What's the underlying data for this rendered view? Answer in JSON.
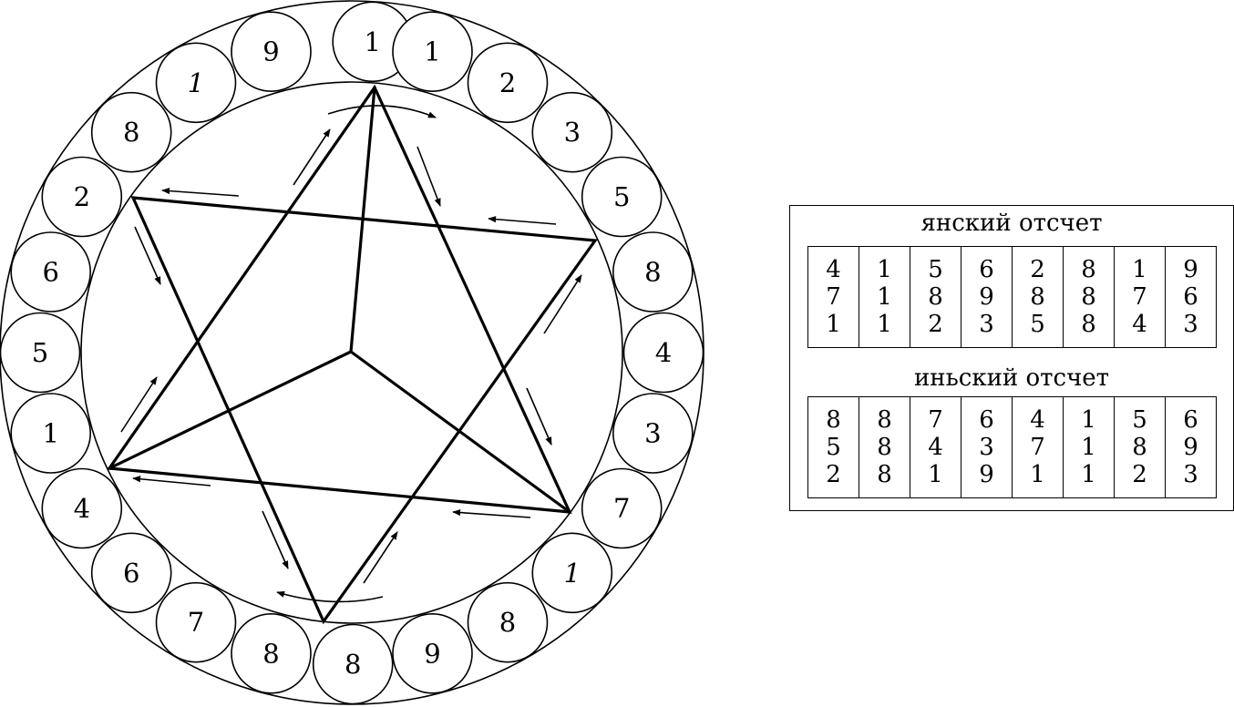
{
  "ring": [
    {
      "label": "1",
      "italic": false
    },
    {
      "label": "1",
      "italic": false
    },
    {
      "label": "2",
      "italic": false
    },
    {
      "label": "3",
      "italic": false
    },
    {
      "label": "5",
      "italic": false
    },
    {
      "label": "8",
      "italic": false
    },
    {
      "label": "4",
      "italic": false
    },
    {
      "label": "3",
      "italic": false
    },
    {
      "label": "7",
      "italic": false
    },
    {
      "label": "1",
      "italic": true
    },
    {
      "label": "8",
      "italic": false
    },
    {
      "label": "9",
      "italic": false
    },
    {
      "label": "8",
      "italic": false
    },
    {
      "label": "8",
      "italic": false
    },
    {
      "label": "7",
      "italic": false
    },
    {
      "label": "6",
      "italic": false
    },
    {
      "label": "4",
      "italic": false
    },
    {
      "label": "1",
      "italic": false
    },
    {
      "label": "5",
      "italic": false
    },
    {
      "label": "6",
      "italic": false
    },
    {
      "label": "2",
      "italic": false
    },
    {
      "label": "8",
      "italic": false
    },
    {
      "label": "1",
      "italic": true
    },
    {
      "label": "9",
      "italic": false
    }
  ],
  "yang": {
    "title": "янский отсчет",
    "columns": [
      [
        "4",
        "7",
        "1"
      ],
      [
        "1",
        "1",
        "1"
      ],
      [
        "5",
        "8",
        "2"
      ],
      [
        "6",
        "9",
        "3"
      ],
      [
        "2",
        "8",
        "5"
      ],
      [
        "8",
        "8",
        "8"
      ],
      [
        "1",
        "7",
        "4"
      ],
      [
        "9",
        "6",
        "3"
      ]
    ]
  },
  "yin": {
    "title": "иньский отсчет",
    "columns": [
      [
        "8",
        "5",
        "2"
      ],
      [
        "8",
        "8",
        "8"
      ],
      [
        "7",
        "4",
        "1"
      ],
      [
        "6",
        "3",
        "9"
      ],
      [
        "4",
        "7",
        "1"
      ],
      [
        "1",
        "1",
        "1"
      ],
      [
        "5",
        "8",
        "2"
      ],
      [
        "6",
        "9",
        "3"
      ]
    ]
  }
}
